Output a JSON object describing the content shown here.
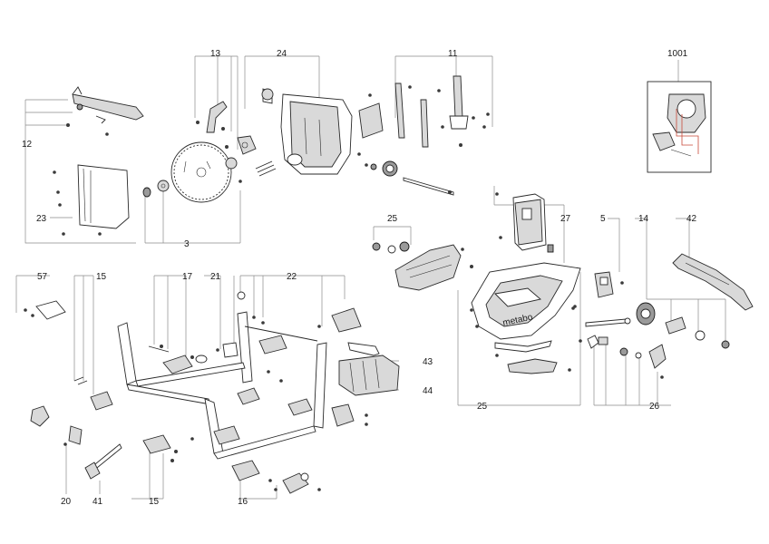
{
  "diagram": {
    "labels": {
      "l12": "12",
      "l13": "13",
      "l24": "24",
      "l11": "11",
      "l1001": "1001",
      "l23": "23",
      "l3": "3",
      "l25a": "25",
      "l27": "27",
      "l5": "5",
      "l14": "14",
      "l42": "42",
      "l57": "57",
      "l15a": "15",
      "l17": "17",
      "l21": "21",
      "l22": "22",
      "l43": "43",
      "l44": "44",
      "l25b": "25",
      "l26": "26",
      "l20": "20",
      "l41": "41",
      "l15b": "15",
      "l16": "16"
    },
    "brand_text": "metabo"
  }
}
